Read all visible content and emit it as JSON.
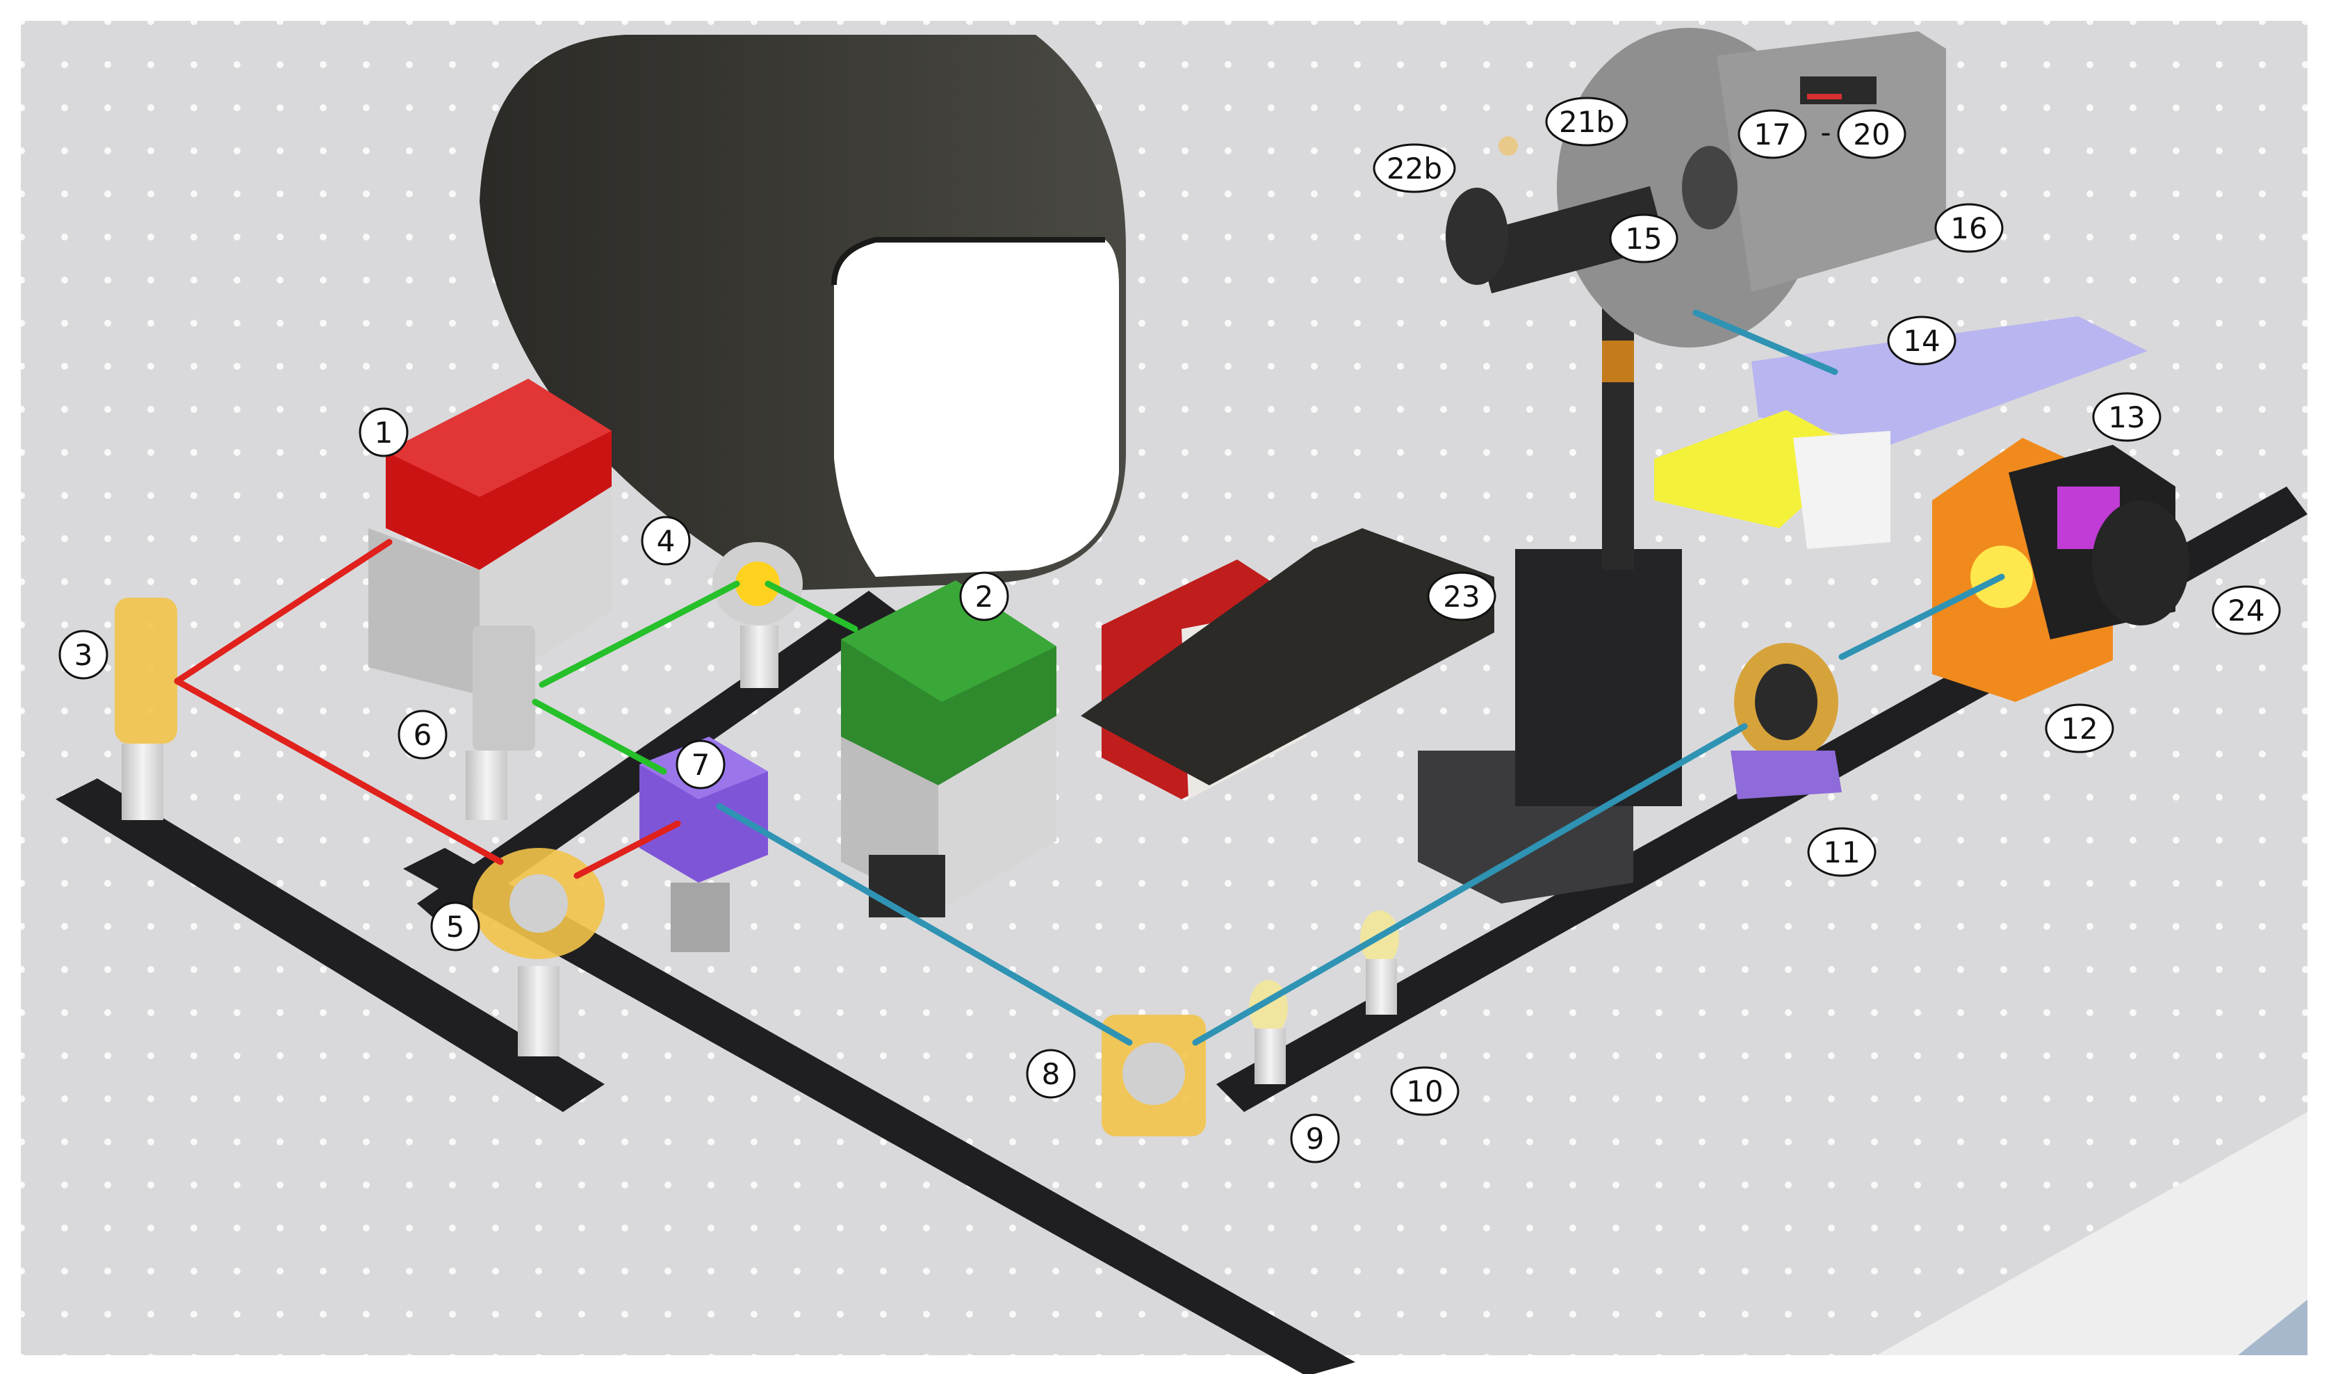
{
  "callouts": [
    {
      "id": "c1",
      "text": "1"
    },
    {
      "id": "c2",
      "text": "2"
    },
    {
      "id": "c3",
      "text": "3"
    },
    {
      "id": "c4",
      "text": "4"
    },
    {
      "id": "c5",
      "text": "5"
    },
    {
      "id": "c6",
      "text": "6"
    },
    {
      "id": "c7",
      "text": "7"
    },
    {
      "id": "c8",
      "text": "8"
    },
    {
      "id": "c9",
      "text": "9"
    },
    {
      "id": "c10",
      "text": "10"
    },
    {
      "id": "c11",
      "text": "11"
    },
    {
      "id": "c12",
      "text": "12"
    },
    {
      "id": "c13",
      "text": "13"
    },
    {
      "id": "c14",
      "text": "14"
    },
    {
      "id": "c15",
      "text": "15"
    },
    {
      "id": "c16",
      "text": "16"
    },
    {
      "id": "c17",
      "text": "17"
    },
    {
      "id": "c17dash",
      "text": "-"
    },
    {
      "id": "c20",
      "text": "20"
    },
    {
      "id": "c21b",
      "text": "21b"
    },
    {
      "id": "c22b",
      "text": "22b"
    },
    {
      "id": "c23",
      "text": "23"
    },
    {
      "id": "c24",
      "text": "24"
    }
  ],
  "colors": {
    "table": "#d9d9db",
    "table_edge": "#c4c6ca",
    "background_corner": "#a8b8cc",
    "beam_red": "#e0211c",
    "beam_green": "#25c02a",
    "beam_blue": "#2f93b4",
    "laser_red": "#cc1313",
    "laser_green": "#2f8a2d",
    "mount_yellow": "#f2c34a",
    "cube_purple": "#7f55d8",
    "enclosure_dark": "#3a3934",
    "stage_orange": "#f08a1d",
    "rail_black": "#1f1f21"
  }
}
